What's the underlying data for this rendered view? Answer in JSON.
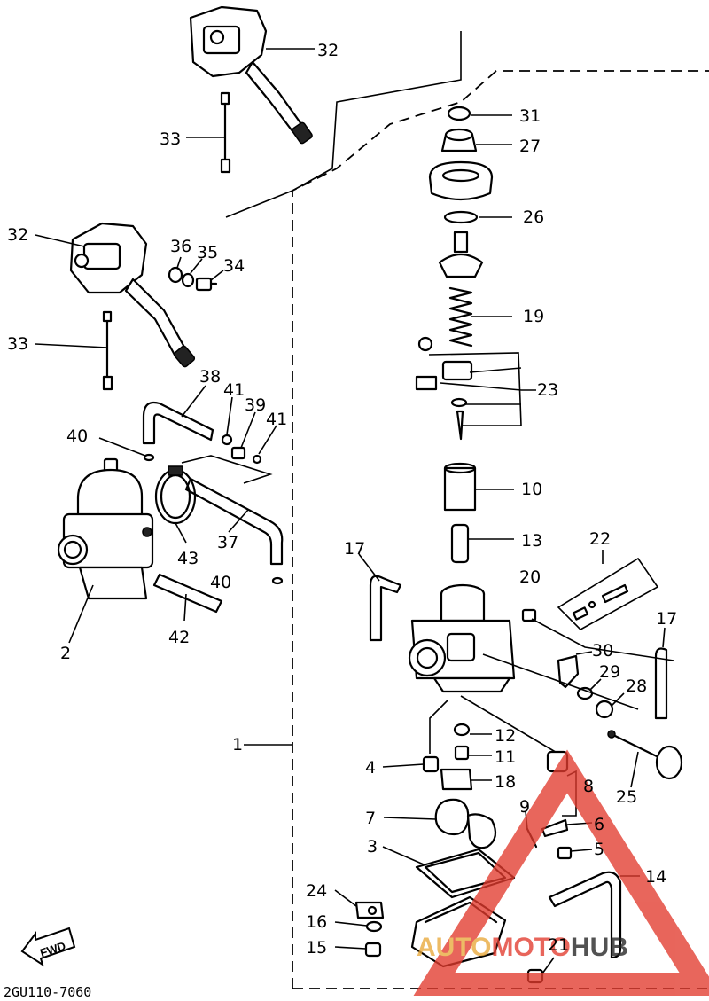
{
  "drawing_number": "2GU110-7060",
  "fwd_label": "FWD",
  "watermark": {
    "part1": "AUTO",
    "part2": "MOTO",
    "part3": "HUB",
    "color": "#e23b2e"
  },
  "callouts": {
    "p1": "1",
    "p2": "2",
    "p3": "3",
    "p4": "4",
    "p5": "5",
    "p6": "6",
    "p7": "7",
    "p8": "8",
    "p9": "9",
    "p10": "10",
    "p11": "11",
    "p12": "12",
    "p13": "13",
    "p14": "14",
    "p15": "15",
    "p16": "16",
    "p17a": "17",
    "p17b": "17",
    "p18": "18",
    "p19": "19",
    "p20": "20",
    "p21": "21",
    "p22": "22",
    "p23": "23",
    "p24": "24",
    "p25": "25",
    "p26": "26",
    "p27": "27",
    "p28": "28",
    "p29": "29",
    "p30": "30",
    "p31": "31",
    "p32a": "32",
    "p32b": "32",
    "p33a": "33",
    "p33b": "33",
    "p34": "34",
    "p35": "35",
    "p36": "36",
    "p37": "37",
    "p38": "38",
    "p39": "39",
    "p40a": "40",
    "p40b": "40",
    "p41a": "41",
    "p41b": "41",
    "p42": "42",
    "p43": "43"
  }
}
